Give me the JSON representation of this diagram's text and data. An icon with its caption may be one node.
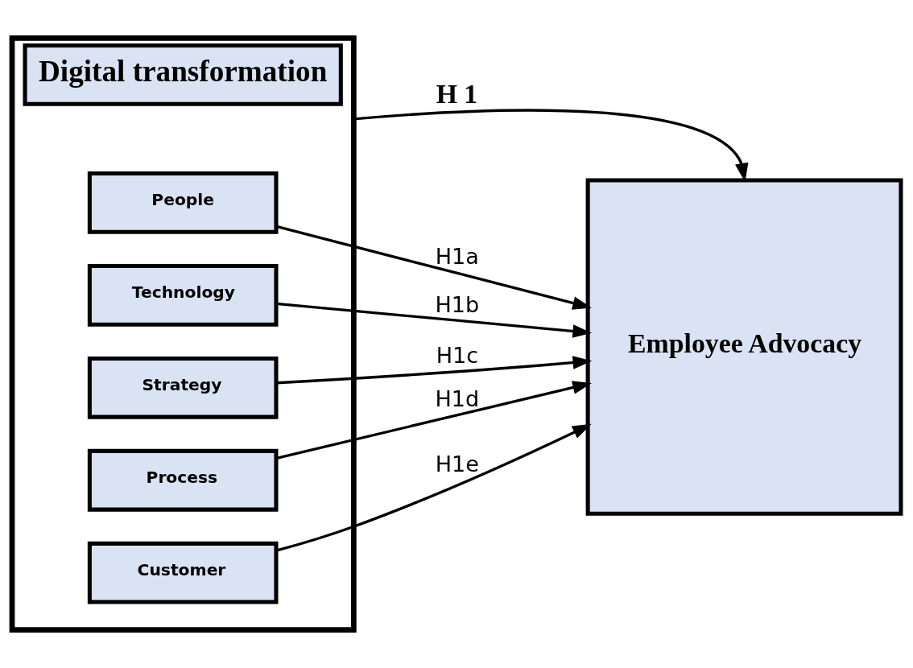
{
  "diagram": {
    "nodes": [
      {
        "text": [
          "Digital transformation"
        ]
      },
      {
        "text": [
          "People"
        ],
        "in": 0
      },
      {
        "text": [
          "Technology"
        ],
        "in": 0
      },
      {
        "text": [
          "Strategy"
        ],
        "in": 0
      },
      {
        "text": [
          "Process"
        ],
        "in": 0
      },
      {
        "text": [
          "Customer"
        ],
        "in": 0
      },
      {
        "text": [
          "Employee Advocacy"
        ]
      }
    ],
    "edges": [
      {
        "from": 0,
        "to": 6,
        "arrow": "to",
        "label": "H 1"
      },
      {
        "from": 1,
        "to": 6,
        "arrow": "to",
        "label": "H1a"
      },
      {
        "from": 2,
        "to": 6,
        "arrow": "to",
        "label": "H1b"
      },
      {
        "from": 3,
        "to": 6,
        "arrow": "to",
        "label": "H1c"
      },
      {
        "from": 4,
        "to": 6,
        "arrow": "to",
        "label": "H1d"
      },
      {
        "from": 5,
        "to": 6,
        "arrow": "to",
        "label": "H1e"
      }
    ]
  }
}
